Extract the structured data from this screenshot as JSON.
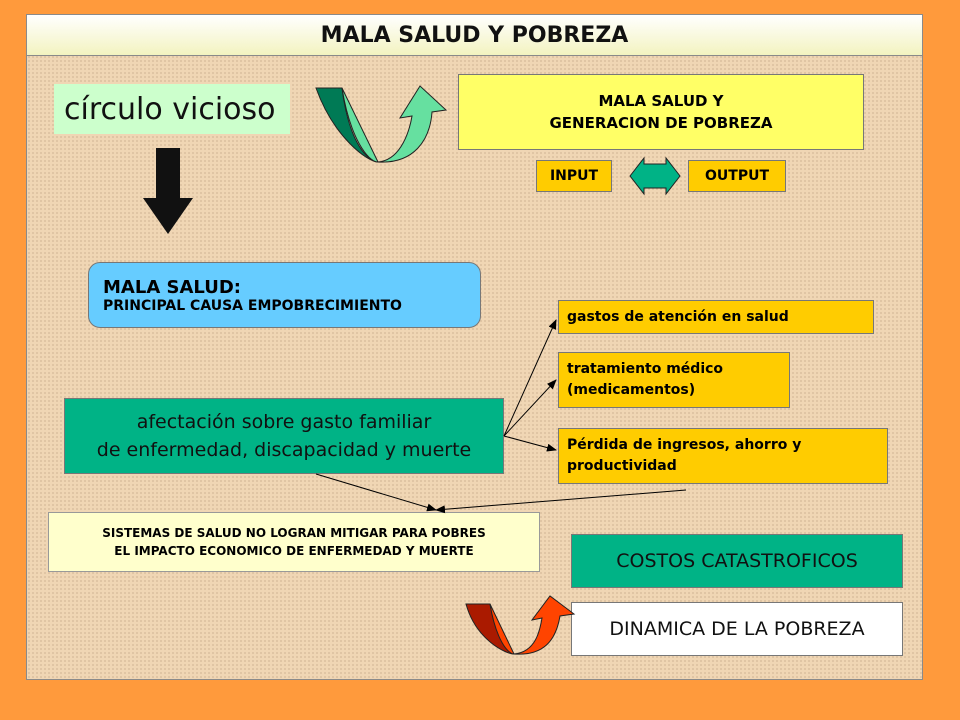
{
  "title": "MALA SALUD Y POBREZA",
  "circulo": "círculo vicioso",
  "mala_salud_gen": {
    "line1": "MALA SALUD Y",
    "line2": "GENERACION  DE POBREZA"
  },
  "input_label": "INPUT",
  "output_label": "OUTPUT",
  "mala_salud": {
    "title": "MALA SALUD:",
    "subtitle": "PRINCIPAL CAUSA EMPOBRECIMIENTO"
  },
  "afectacion": {
    "line1": "afectación sobre gasto familiar",
    "line2": "de enfermedad, discapacidad y muerte"
  },
  "gastos": "gastos de atención en salud",
  "tratamiento": {
    "line1": "tratamiento médico",
    "line2": "(medicamentos)"
  },
  "perdida": {
    "line1": "Pérdida de ingresos, ahorro y",
    "line2": "productividad"
  },
  "sistemas": {
    "line1": "SISTEMAS DE SALUD NO LOGRAN MITIGAR PARA POBRES",
    "line2": "EL IMPACTO ECONOMICO DE ENFERMEDAD Y MUERTE"
  },
  "costos": "COSTOS CATASTROFICOS",
  "dinamica": "DINAMICA DE LA POBREZA",
  "colors": {
    "background": "#ff9a3c",
    "panel": "#f0d6b4",
    "yellow": "#ffff66",
    "gold": "#ffcc00",
    "teal": "#00b386",
    "blue": "#66ccff",
    "light_green": "#ccffcc",
    "yellow_pale": "#ffffcc",
    "red": "#cc2200"
  },
  "icons": [
    "u-turn-arrow-icon-green",
    "double-arrow-icon",
    "down-arrow-icon",
    "u-turn-arrow-icon-red"
  ]
}
